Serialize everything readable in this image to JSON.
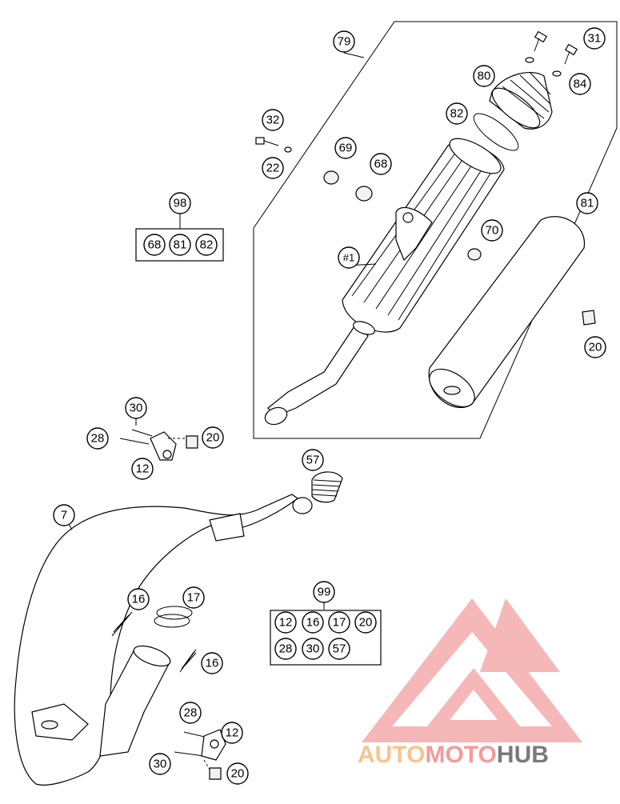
{
  "callouts": {
    "c79": "79",
    "c31": "31",
    "c80": "80",
    "c84": "84",
    "c82": "82",
    "c32": "32",
    "c22": "22",
    "c69": "69",
    "c68": "68",
    "c81": "81",
    "c70": "70",
    "c1": "#1",
    "c20a": "20",
    "c98": "98",
    "k98_68": "68",
    "k98_81": "81",
    "k98_82": "82",
    "c30a": "30",
    "c28a": "28",
    "c20b": "20",
    "c12a": "12",
    "c57": "57",
    "c7": "7",
    "c16a": "16",
    "c17": "17",
    "c16b": "16",
    "c99": "99",
    "k99_12": "12",
    "k99_16": "16",
    "k99_17": "17",
    "k99_20": "20",
    "k99_28": "28",
    "k99_30": "30",
    "k99_57": "57",
    "c28b": "28",
    "c12b": "12",
    "c30b": "30",
    "c20c": "20"
  },
  "watermark": {
    "part1": "AUTO",
    "part2": "MOTO",
    "part3": "HUB",
    "color1": "#f6c48c",
    "color2": "#f39a9a",
    "color3": "#7a7a7a"
  }
}
